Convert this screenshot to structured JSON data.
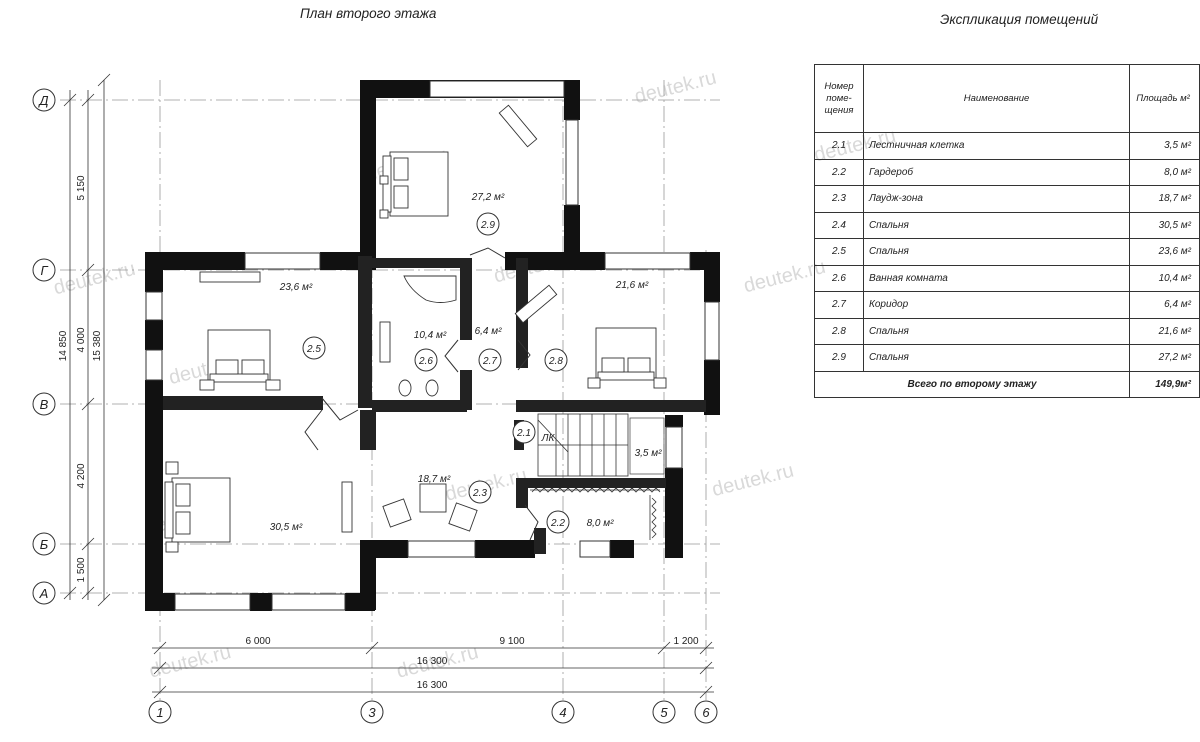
{
  "plan_title": "План второго этажа",
  "table_title": "Экспликация помещений",
  "table": {
    "headers": {
      "number": "Номер поме-щения",
      "name": "Наименование",
      "area": "Площадь м²"
    },
    "rows": [
      {
        "no": "2.1",
        "name": "Лестничная клетка",
        "area": "3,5 м²"
      },
      {
        "no": "2.2",
        "name": "Гардероб",
        "area": "8,0 м²"
      },
      {
        "no": "2.3",
        "name": "Лаудж-зона",
        "area": "18,7 м²"
      },
      {
        "no": "2.4",
        "name": "Спальня",
        "area": "30,5 м²"
      },
      {
        "no": "2.5",
        "name": "Спальня",
        "area": "23,6 м²"
      },
      {
        "no": "2.6",
        "name": "Ванная комната",
        "area": "10,4 м²"
      },
      {
        "no": "2.7",
        "name": "Коридор",
        "area": "6,4 м²"
      },
      {
        "no": "2.8",
        "name": "Спальня",
        "area": "21,6 м²"
      },
      {
        "no": "2.9",
        "name": "Спальня",
        "area": "27,2 м²"
      }
    ],
    "total_label": "Всего по второму этажу",
    "total_area": "149,9м²"
  },
  "grid_rows": [
    "Д",
    "Г",
    "В",
    "Б",
    "А"
  ],
  "grid_cols": [
    "1",
    "3",
    "4",
    "5",
    "6"
  ],
  "dims_vertical": {
    "d_g": "5 150",
    "g_v": "4 000",
    "v_b": "4 200",
    "b_a": "1 500",
    "overall_a": "14 850",
    "overall_b": "15 380"
  },
  "dims_horizontal": {
    "c1_3": "6 000",
    "c3_5": "9 100",
    "c5_6": "1 200",
    "total_1": "16 300",
    "total_2": "16 300"
  },
  "rooms": [
    {
      "id": "2.9",
      "area": "27,2 м²"
    },
    {
      "id": "2.5",
      "area": "23,6 м²"
    },
    {
      "id": "2.6",
      "area": "10,4 м²"
    },
    {
      "id": "2.7",
      "area": "6,4 м²"
    },
    {
      "id": "2.8",
      "area": "21,6 м²"
    },
    {
      "id": "2.1",
      "area": "3,5 м²",
      "tag": "ЛК"
    },
    {
      "id": "2.3",
      "area": "18,7 м²"
    },
    {
      "id": "2.4",
      "area": "30,5 м²"
    },
    {
      "id": "2.2",
      "area": "8,0 м²"
    }
  ],
  "watermark": "deutek.ru"
}
